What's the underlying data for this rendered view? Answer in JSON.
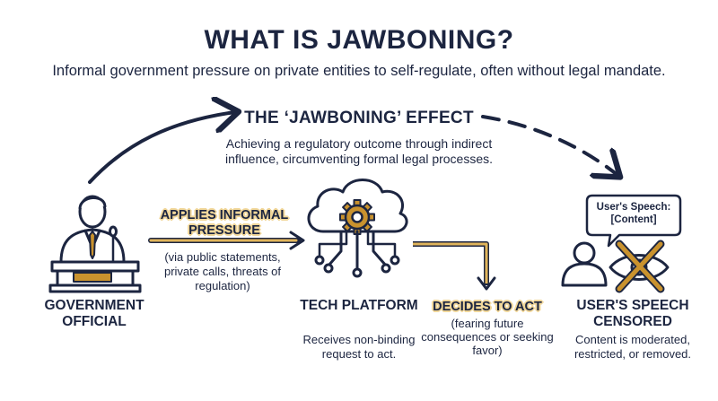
{
  "header": {
    "title": "WHAT IS JAWBONING?",
    "subtitle": "Informal government pressure on private entities to self-regulate, often without legal mandate."
  },
  "effect": {
    "title": "THE ‘JAWBONING’ EFFECT",
    "description": "Achieving a regulatory outcome through indirect influence, circumventing formal legal processes."
  },
  "pressure": {
    "title": "APPLIES INFORMAL PRESSURE",
    "detail": "(via public statements, private calls, threats of regulation)"
  },
  "government": {
    "label": "GOVERNMENT OFFICIAL",
    "icon": "official-at-podium-icon"
  },
  "platform": {
    "label": "TECH PLATFORM",
    "description": "Receives non-binding request to act.",
    "icon": "cloud-gear-icon"
  },
  "decision": {
    "title": "DECIDES TO ACT",
    "detail": "(fearing future consequences or seeking favor)"
  },
  "user": {
    "bubble": "User's Speech: [Content]",
    "label": "USER'S SPEECH CENSORED",
    "description": "Content is moderated, restricted, or removed.",
    "icon": "censored-user-icon"
  },
  "colors": {
    "navy": "#1c2540",
    "gold": "#c9922e",
    "highlight": "#f1d79a"
  }
}
